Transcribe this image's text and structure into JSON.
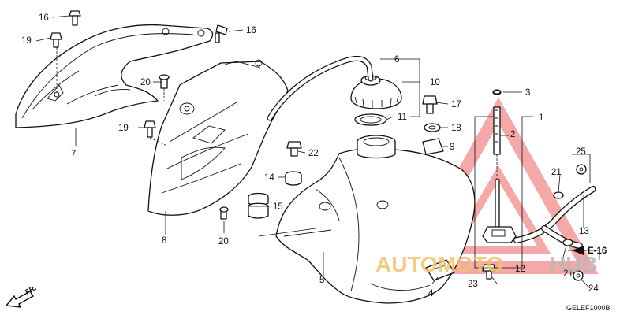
{
  "diagram_code": "GELEF1000B",
  "reference": "E-16",
  "direction_label": "FR.",
  "watermark": {
    "part1": "AUTOMOTO",
    "part2": "HUB",
    "color1": "#f2c36e",
    "color2": "#b9b9b9",
    "triangle_color": "#f28b8b"
  },
  "callouts": {
    "c1": "1",
    "c2": "2",
    "c3": "3",
    "c4": "4",
    "c5": "5",
    "c6": "6",
    "c7": "7",
    "c8": "8",
    "c9": "9",
    "c10": "10",
    "c11": "11",
    "c12": "12",
    "c13": "13",
    "c14": "14",
    "c15": "15",
    "c16a": "16",
    "c16b": "16",
    "c17": "17",
    "c18": "18",
    "c19a": "19",
    "c19b": "19",
    "c20a": "20",
    "c20b": "20",
    "c21a": "21",
    "c21b": "21",
    "c22": "22",
    "c23": "23",
    "c24": "24",
    "c25": "25"
  }
}
